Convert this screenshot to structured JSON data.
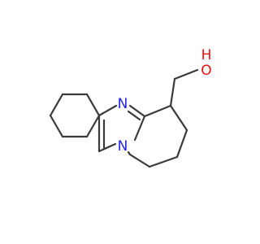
{
  "molecule": {
    "atoms": {
      "n_imine": {
        "element": "N",
        "label": "N",
        "color": "#2222ee"
      },
      "n_bridge": {
        "element": "N",
        "label": "N",
        "color": "#2222ee"
      },
      "o_hydroxyl": {
        "element": "O",
        "label": "O",
        "color": "#ee1111"
      },
      "h_hydroxyl": {
        "element": "H",
        "label": "H",
        "color": "#ee1111"
      }
    },
    "bond_color": "#3a3a3a"
  }
}
